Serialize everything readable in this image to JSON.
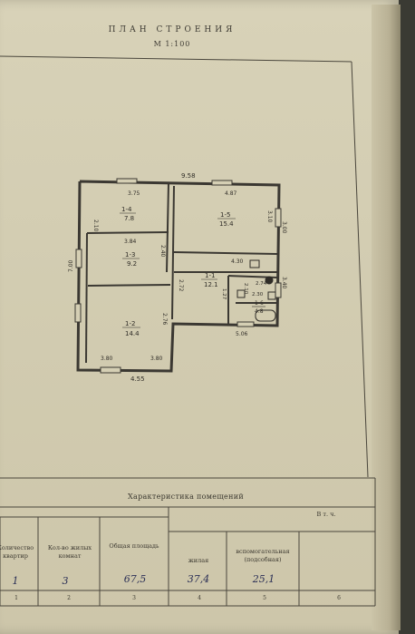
{
  "document": {
    "title": "ПЛАН СТРОЕНИЯ",
    "scale": "М 1:100"
  },
  "plan": {
    "outer_width": "9.58",
    "right_side": "3.00",
    "right_mid": "3.40",
    "left_side": "7.00",
    "bottom_right": "5.06",
    "bottom_left": "4.55",
    "rooms": [
      {
        "id": "1-4",
        "area": "7.8",
        "dim_top": "3.75",
        "dim_side": "2.10"
      },
      {
        "id": "1-5",
        "area": "15.4",
        "dim_top": "4.87",
        "dim_side": "3.10"
      },
      {
        "id": "1-3",
        "area": "9.2",
        "dim_top": "3.84",
        "dim_side": "2.40"
      },
      {
        "id": "1-1",
        "area": "12.1",
        "dim_top": "4.30",
        "dim_side": "2.72"
      },
      {
        "id": "1-6",
        "area": "4.8",
        "dim_top": "2.30",
        "dim_side": "2.74"
      },
      {
        "id": "1-2",
        "area": "14.4",
        "dim_top": "3.80",
        "dim_side": "2.76"
      }
    ],
    "extra_dims": [
      "2.10",
      "1.27",
      "3.80"
    ]
  },
  "table": {
    "title": "Характеристика помещений",
    "sub_header": "В т. ч.",
    "headers": {
      "apartments": "Количество квартир",
      "rooms": "Кол-во жилых комнат",
      "total_area": "Общая площадь",
      "living": "жилая",
      "auxiliary": "вспомогательная (подсобная)"
    },
    "values": {
      "apartments": "1",
      "rooms": "3",
      "total_area": "67,5",
      "living": "37,4",
      "auxiliary": "25,1"
    },
    "column_numbers": [
      "1",
      "2",
      "3",
      "4",
      "5",
      "6"
    ]
  }
}
